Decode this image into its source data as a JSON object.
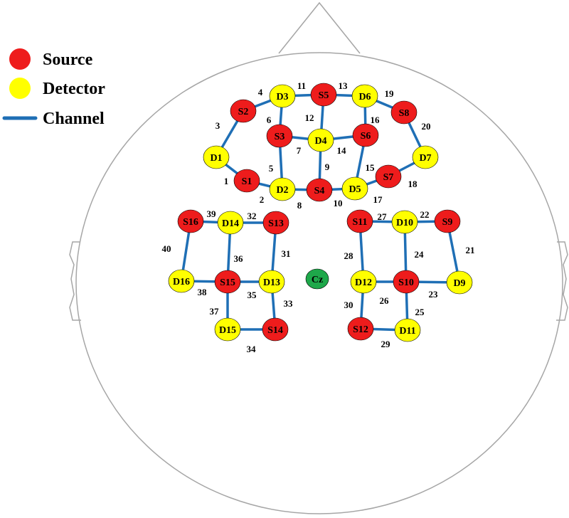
{
  "legend": {
    "source_label": "Source",
    "detector_label": "Detector",
    "channel_label": "Channel"
  },
  "colors": {
    "source": "#ee1c1c",
    "detector": "#ffff00",
    "channel": "#1f6fb5",
    "reference": "#1ea84a",
    "head_outline": "#a6a6a6"
  },
  "reference": {
    "label": "Cz"
  },
  "sources": [
    "S1",
    "S2",
    "S3",
    "S4",
    "S5",
    "S6",
    "S7",
    "S8",
    "S9",
    "S10",
    "S11",
    "S12",
    "S13",
    "S14",
    "S15",
    "S16"
  ],
  "detectors": [
    "D1",
    "D2",
    "D3",
    "D4",
    "D5",
    "D6",
    "D7",
    "D9",
    "D10",
    "D11",
    "D12",
    "D13",
    "D14",
    "D15",
    "D16"
  ],
  "channels": [
    {
      "id": "1",
      "from": "S1",
      "to": "D1"
    },
    {
      "id": "2",
      "from": "S1",
      "to": "D2"
    },
    {
      "id": "3",
      "from": "S2",
      "to": "D1"
    },
    {
      "id": "4",
      "from": "S2",
      "to": "D3"
    },
    {
      "id": "5",
      "from": "S3",
      "to": "D2"
    },
    {
      "id": "6",
      "from": "S3",
      "to": "D3"
    },
    {
      "id": "7",
      "from": "S3",
      "to": "D4"
    },
    {
      "id": "8",
      "from": "S4",
      "to": "D2"
    },
    {
      "id": "9",
      "from": "S4",
      "to": "D4"
    },
    {
      "id": "10",
      "from": "S4",
      "to": "D5"
    },
    {
      "id": "11",
      "from": "S5",
      "to": "D3"
    },
    {
      "id": "12",
      "from": "S5",
      "to": "D4"
    },
    {
      "id": "13",
      "from": "S5",
      "to": "D6"
    },
    {
      "id": "14",
      "from": "S6",
      "to": "D4"
    },
    {
      "id": "15",
      "from": "S6",
      "to": "D5"
    },
    {
      "id": "16",
      "from": "S6",
      "to": "D6"
    },
    {
      "id": "17",
      "from": "S7",
      "to": "D5"
    },
    {
      "id": "18",
      "from": "S7",
      "to": "D7"
    },
    {
      "id": "19",
      "from": "S8",
      "to": "D6"
    },
    {
      "id": "20",
      "from": "S8",
      "to": "D7"
    },
    {
      "id": "21",
      "from": "S9",
      "to": "D9"
    },
    {
      "id": "22",
      "from": "S9",
      "to": "D10"
    },
    {
      "id": "23",
      "from": "S10",
      "to": "D9"
    },
    {
      "id": "24",
      "from": "S10",
      "to": "D10"
    },
    {
      "id": "25",
      "from": "S10",
      "to": "D11"
    },
    {
      "id": "26",
      "from": "S10",
      "to": "D12"
    },
    {
      "id": "27",
      "from": "S11",
      "to": "D10"
    },
    {
      "id": "28",
      "from": "S11",
      "to": "D12"
    },
    {
      "id": "29",
      "from": "S12",
      "to": "D11"
    },
    {
      "id": "30",
      "from": "S12",
      "to": "D12"
    },
    {
      "id": "31",
      "from": "S13",
      "to": "D13"
    },
    {
      "id": "32",
      "from": "S13",
      "to": "D14"
    },
    {
      "id": "33",
      "from": "S14",
      "to": "D13"
    },
    {
      "id": "34",
      "from": "S14",
      "to": "D15"
    },
    {
      "id": "35",
      "from": "S15",
      "to": "D13"
    },
    {
      "id": "36",
      "from": "S15",
      "to": "D14"
    },
    {
      "id": "37",
      "from": "S15",
      "to": "D15"
    },
    {
      "id": "38",
      "from": "S15",
      "to": "D16"
    },
    {
      "id": "39",
      "from": "S16",
      "to": "D14"
    },
    {
      "id": "40",
      "from": "S16",
      "to": "D16"
    }
  ]
}
